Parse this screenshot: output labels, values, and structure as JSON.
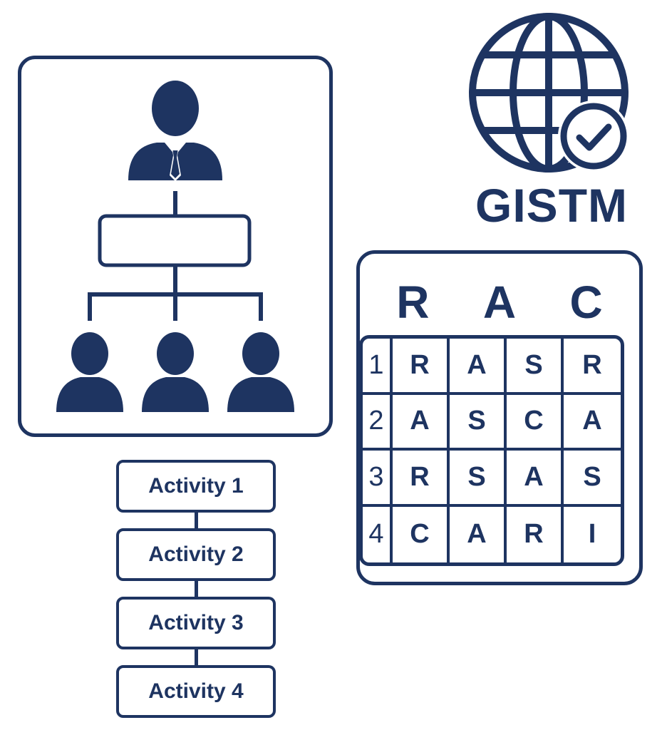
{
  "org_chart": {
    "leader_icon": "manager-icon",
    "middle_box_icon": "org-box",
    "member_icons": [
      "person-icon",
      "person-icon",
      "person-icon"
    ]
  },
  "activities": [
    {
      "label": "Activity 1"
    },
    {
      "label": "Activity 2"
    },
    {
      "label": "Activity 3"
    },
    {
      "label": "Activity 4"
    }
  ],
  "gistm": {
    "label": "GISTM",
    "icon": "globe-check-icon"
  },
  "raci": {
    "title": "R A C I",
    "rows": [
      {
        "num": "1",
        "cells": [
          "R",
          "A",
          "S",
          "R"
        ]
      },
      {
        "num": "2",
        "cells": [
          "A",
          "S",
          "C",
          "A"
        ]
      },
      {
        "num": "3",
        "cells": [
          "R",
          "S",
          "A",
          "S"
        ]
      },
      {
        "num": "4",
        "cells": [
          "C",
          "A",
          "R",
          "I"
        ]
      }
    ]
  },
  "colors": {
    "navy": "#1e3461",
    "background": "#ffffff"
  }
}
